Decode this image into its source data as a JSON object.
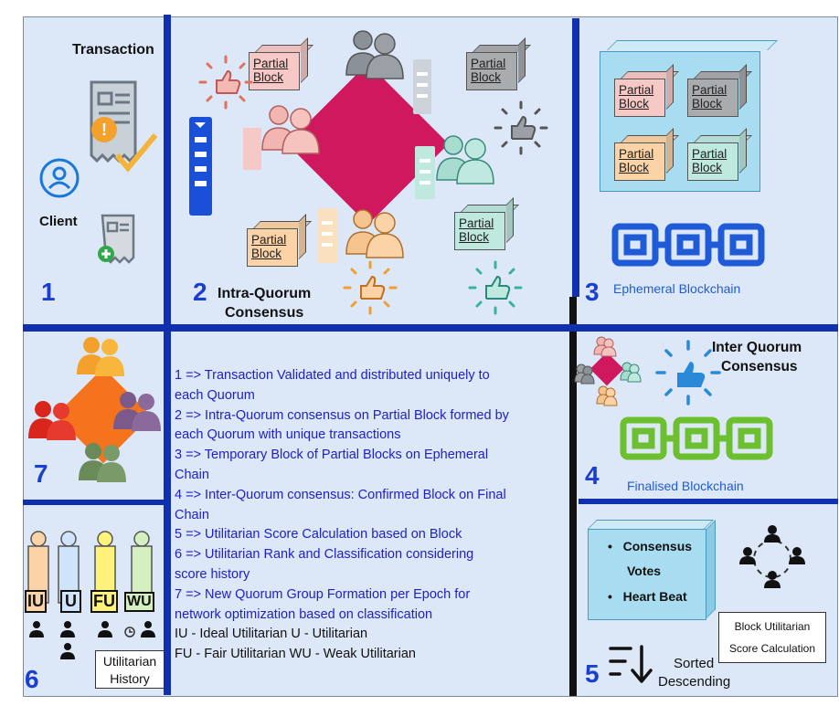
{
  "panel1": {
    "title": "Transaction",
    "client": "Client",
    "number": "1"
  },
  "panel2": {
    "number": "2",
    "title_line1": "Intra-Quorum",
    "title_line2": "Consensus",
    "partial_block_line1": "Partial",
    "partial_block_line2": "Block"
  },
  "panel3": {
    "number": "3",
    "chain_label": "Ephemeral Blockchain"
  },
  "panel4": {
    "number": "4",
    "title_line1": "Inter Quorum",
    "title_line2": "Consensus",
    "chain_label": "Finalised Blockchain"
  },
  "panel5": {
    "number": "5",
    "bullets": [
      "Consensus",
      "Votes",
      "Heart Beat"
    ],
    "score_line1": "Block Utilitarian",
    "score_line2": "Score Calculation",
    "sorted_line1": "Sorted",
    "sorted_line2": "Descending"
  },
  "panel6": {
    "number": "6",
    "labels": [
      "IU",
      "U",
      "FU",
      "WU"
    ],
    "history_line1": "Utilitarian",
    "history_line2": "History"
  },
  "panel7": {
    "number": "7"
  },
  "description": {
    "lines": [
      "1 => Transaction Validated and distributed uniquely to",
      "each Quorum",
      "2 => Intra-Quorum consensus on Partial Block formed by",
      "each Quorum with unique transactions",
      "3 => Temporary Block of Partial Blocks on Ephemeral",
      "Chain",
      "4 => Inter-Quorum consensus: Confirmed Block on Final",
      "Chain",
      "5 => Utilitarian Score Calculation based on Block",
      "6 => Utilitarian Rank and Classification considering",
      "score history",
      "7 =>  New Quorum Group Formation per Epoch for",
      "network optimization based on classification"
    ],
    "legend_line1": "IU - Ideal Utilitarian U - Utilitarian",
    "legend_line2": "FU - Fair Utilitarian WU - Weak Utilitarian"
  },
  "colors": {
    "background": "#dce8f7",
    "divider": "#1030b0",
    "diamond_pink": "#d0185f",
    "diamond_orange": "#f4731c",
    "chain_blue": "#1f5bd6",
    "chain_green": "#6cbf2e",
    "text_blue": "#2020c8"
  }
}
